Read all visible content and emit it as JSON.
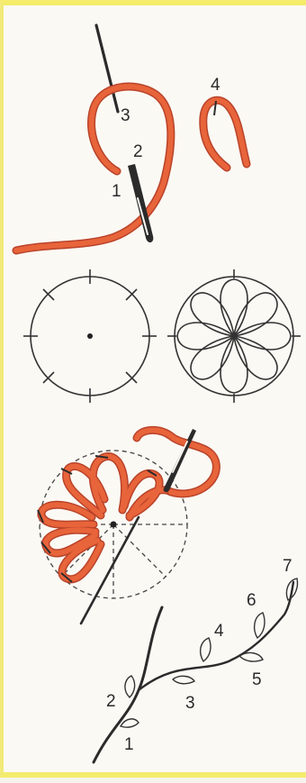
{
  "figure": {
    "step_numbers_top": [
      "1",
      "2",
      "3",
      "4"
    ],
    "step_numbers_bottom": [
      "1",
      "2",
      "3",
      "4",
      "5",
      "6",
      "7"
    ],
    "colors": {
      "thread": "#e8643a",
      "thread_outline": "#b9432a",
      "needle": "#2b2b2b",
      "line": "#333333",
      "border": "#f4ec6a"
    },
    "panels": [
      "lazy-daisy-stitch-steps",
      "circle-guides",
      "flower-stitching",
      "stem-with-leaf-stitches"
    ]
  }
}
